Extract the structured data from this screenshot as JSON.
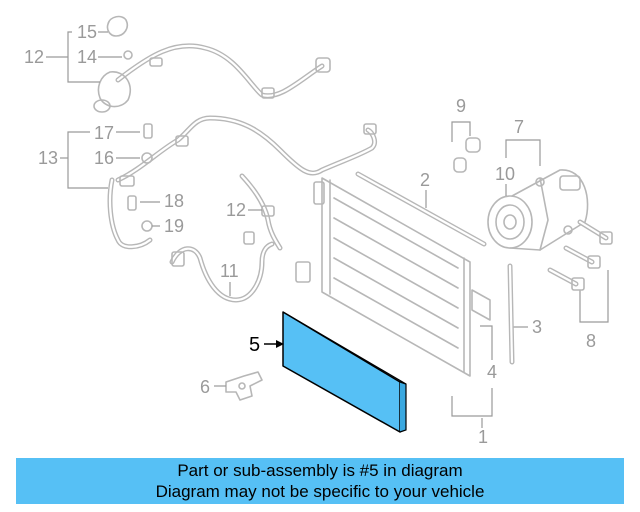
{
  "callouts": {
    "c15": "15",
    "c14": "14",
    "c12a": "12",
    "c17": "17",
    "c16": "16",
    "c13": "13",
    "c18": "18",
    "c19": "19",
    "c12b": "12",
    "c11": "11",
    "c9": "9",
    "c7": "7",
    "c10": "10",
    "c2": "2",
    "c3": "3",
    "c4": "4",
    "c1": "1",
    "c8": "8",
    "c6": "6"
  },
  "highlight": {
    "label": "5",
    "fill_color": "#56c0f5",
    "outline_color": "#000000"
  },
  "banner": {
    "line1": "Part or sub-assembly is #5 in diagram",
    "line2": "Diagram may not be specific to your vehicle",
    "color": "#56c0f5"
  },
  "colors": {
    "ghost": "#b7b7b7",
    "callout": "#9a9a9a"
  }
}
